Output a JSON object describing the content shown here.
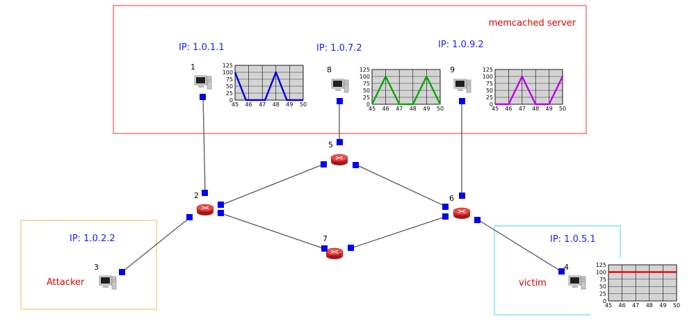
{
  "zones": [
    {
      "id": "memcached",
      "title": "memcached server",
      "border": "#ee5555",
      "title_color": "#dd0000"
    },
    {
      "id": "attacker",
      "title": "",
      "border": "#f4c070"
    },
    {
      "id": "victim",
      "title": "",
      "border": "#66e0f0"
    }
  ],
  "ip_labels": {
    "host1": "IP: 1.0.1.1",
    "host8": "IP: 1.0.7.2",
    "host9": "IP: 1.0.9.2",
    "host3": "IP: 1.0.2.2",
    "host4": "IP: 1.0.5.1"
  },
  "role_labels": {
    "attacker": "Attacker",
    "victim": "victim"
  },
  "nodes": [
    {
      "id": "1",
      "kind": "host",
      "icon": "computer-icon"
    },
    {
      "id": "8",
      "kind": "host",
      "icon": "computer-icon"
    },
    {
      "id": "9",
      "kind": "host",
      "icon": "computer-icon"
    },
    {
      "id": "3",
      "kind": "host",
      "icon": "computer-icon"
    },
    {
      "id": "4",
      "kind": "host",
      "icon": "computer-icon"
    },
    {
      "id": "2",
      "kind": "router",
      "icon": "router-icon"
    },
    {
      "id": "5",
      "kind": "router",
      "icon": "router-icon"
    },
    {
      "id": "6",
      "kind": "router",
      "icon": "router-icon"
    },
    {
      "id": "7",
      "kind": "router",
      "icon": "router-icon"
    }
  ],
  "colors": {
    "link": "#555555",
    "port": "#0000ee",
    "router": "#e83030",
    "chart_bg": "#d4d4d4",
    "series_host1": "#0000dd",
    "series_host8": "#00aa00",
    "series_host9": "#bb00ee",
    "series_host4": "#ee0000"
  },
  "chart_data": [
    {
      "type": "line",
      "node": "1",
      "x": [
        45,
        45.8,
        46,
        47,
        47.2,
        48,
        48.8,
        49,
        50
      ],
      "y": [
        100,
        0,
        0,
        0,
        0,
        100,
        0,
        0,
        0
      ],
      "xticks": [
        "45",
        "46",
        "47",
        "48",
        "49",
        "50"
      ],
      "yticks": [
        "125",
        "100",
        "75",
        "50",
        "25",
        "0"
      ],
      "xlim": [
        45,
        50
      ],
      "ylim": [
        0,
        125
      ],
      "grid": true,
      "color": "#0000dd"
    },
    {
      "type": "line",
      "node": "8",
      "x": [
        45,
        46,
        47,
        48,
        49,
        50
      ],
      "y": [
        0,
        100,
        0,
        0,
        100,
        0
      ],
      "xticks": [
        "45",
        "46",
        "47",
        "48",
        "49",
        "50"
      ],
      "yticks": [
        "125",
        "100",
        "75",
        "50",
        "25",
        "0"
      ],
      "xlim": [
        45,
        50
      ],
      "ylim": [
        0,
        125
      ],
      "grid": true,
      "color": "#00aa00"
    },
    {
      "type": "line",
      "node": "9",
      "x": [
        45,
        46,
        47,
        48,
        49,
        50
      ],
      "y": [
        0,
        0,
        100,
        0,
        0,
        100
      ],
      "xticks": [
        "45",
        "46",
        "47",
        "48",
        "49",
        "50"
      ],
      "yticks": [
        "125",
        "100",
        "75",
        "50",
        "25",
        "0"
      ],
      "xlim": [
        45,
        50
      ],
      "ylim": [
        0,
        125
      ],
      "grid": true,
      "color": "#bb00ee"
    },
    {
      "type": "line",
      "node": "4",
      "x": [
        45,
        50
      ],
      "y": [
        100,
        100
      ],
      "xticks": [
        "45",
        "46",
        "47",
        "48",
        "49",
        "50"
      ],
      "yticks": [
        "125",
        "100",
        "75",
        "50",
        "25",
        "0"
      ],
      "xlim": [
        45,
        50
      ],
      "ylim": [
        0,
        125
      ],
      "grid": true,
      "color": "#ee0000"
    }
  ]
}
